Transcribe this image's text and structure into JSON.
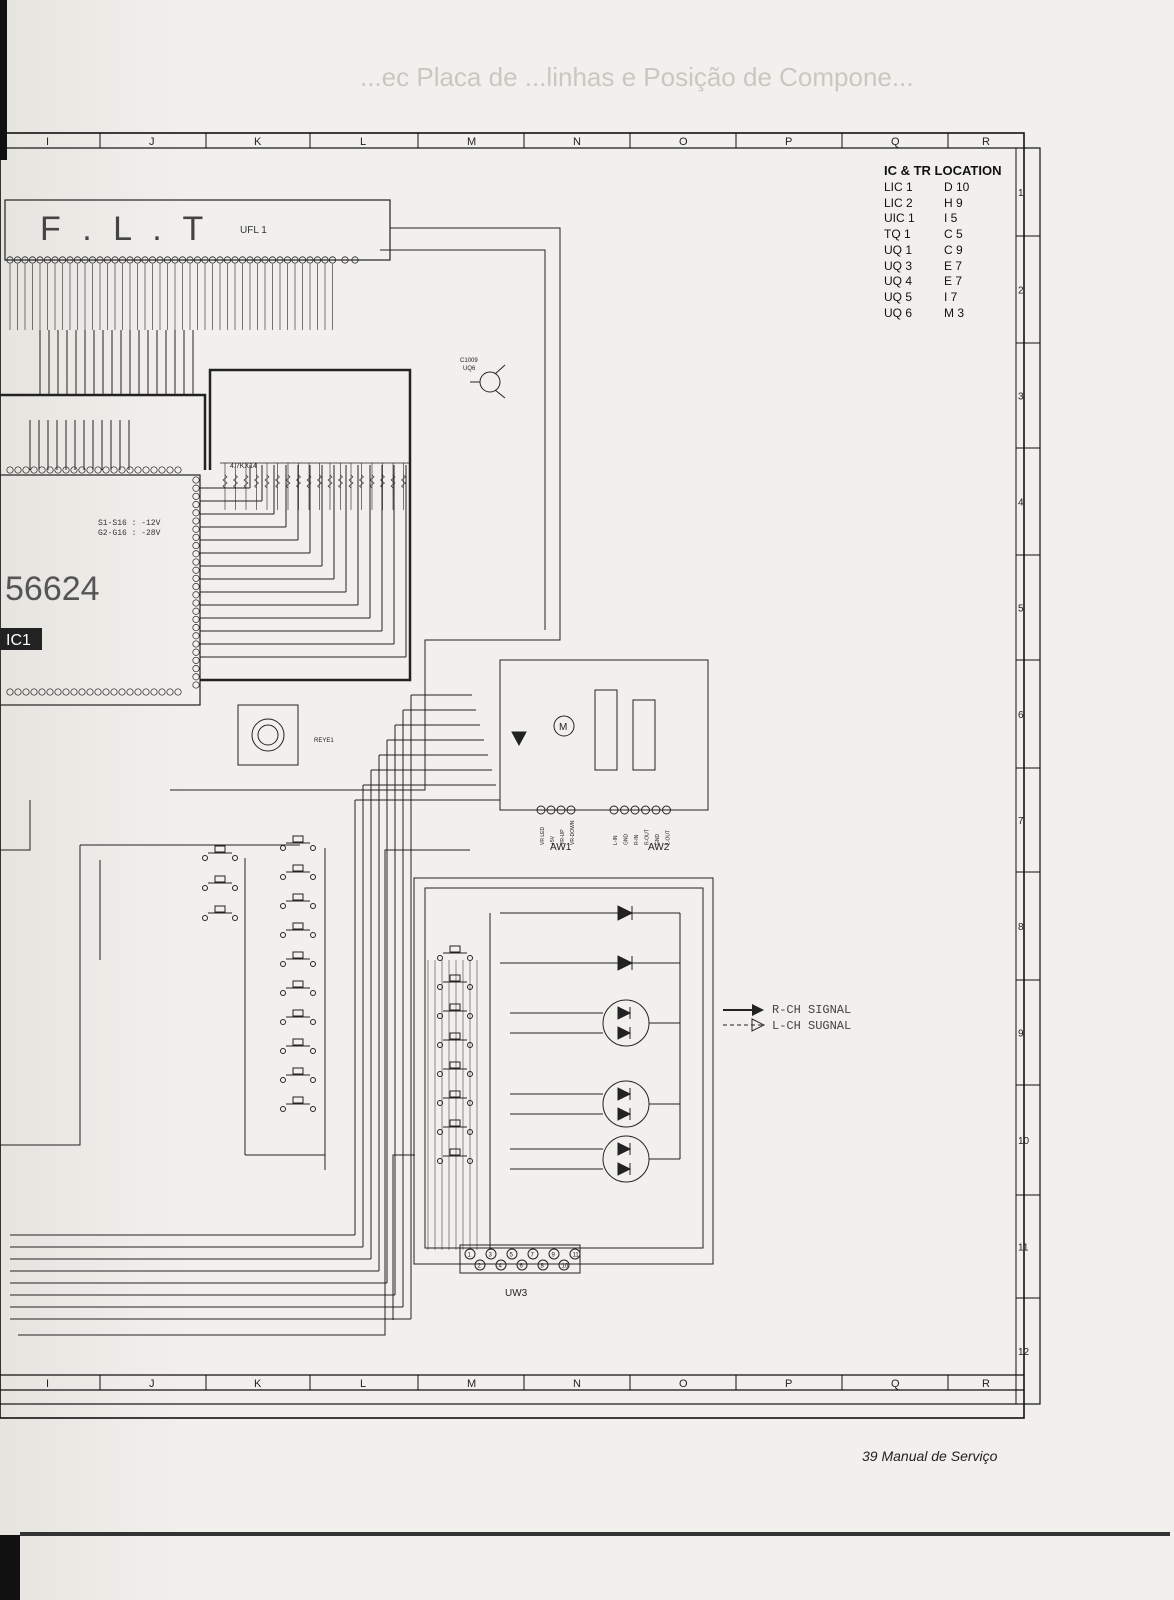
{
  "columns": [
    "I",
    "J",
    "K",
    "L",
    "M",
    "N",
    "O",
    "P",
    "Q",
    "R"
  ],
  "rows": [
    "1",
    "2",
    "3",
    "4",
    "5",
    "6",
    "7",
    "8",
    "9",
    "10",
    "11",
    "12"
  ],
  "location_table": {
    "title": "IC & TR LOCATION",
    "entries": [
      {
        "ref": "LIC 1",
        "loc": "D 10"
      },
      {
        "ref": "LIC 2",
        "loc": "H 9"
      },
      {
        "ref": "UIC 1",
        "loc": "I 5"
      },
      {
        "ref": "TQ 1",
        "loc": "C 5"
      },
      {
        "ref": "UQ 1",
        "loc": "C 9"
      },
      {
        "ref": "UQ 3",
        "loc": "E 7"
      },
      {
        "ref": "UQ 4",
        "loc": "E 7"
      },
      {
        "ref": "UQ 5",
        "loc": "I 7"
      },
      {
        "ref": "UQ 6",
        "loc": "M 3"
      }
    ]
  },
  "labels": {
    "flt": "F . L . T",
    "ufl": "UFL 1",
    "ic_number": "56624",
    "ic_tag": "IC1",
    "voltage_note_1": "S1-S16 : -12V",
    "voltage_note_2": "G2-G16 : -28V",
    "resistor_array": "4.7KX14",
    "transistor": "C1009",
    "uq6": "UQ6",
    "remote_eye": "REYE1",
    "aw1": "AW1",
    "aw2": "AW2",
    "uw3": "UW3",
    "legend_r": "R-CH SIGNAL",
    "legend_l": "L-CH SUGNAL"
  },
  "connector_pins_aw1": [
    "VR LED",
    "+5V",
    "VR-UP",
    "VR-DOWN"
  ],
  "connector_pins_aw2": [
    "L-IN",
    "GND",
    "R-IN",
    "R-OUT",
    "GND",
    "L-OUT"
  ],
  "footer": "39 Manual de Serviço",
  "ghost_heading": "...ec Placa de ...linhas e Posição de Compone..."
}
